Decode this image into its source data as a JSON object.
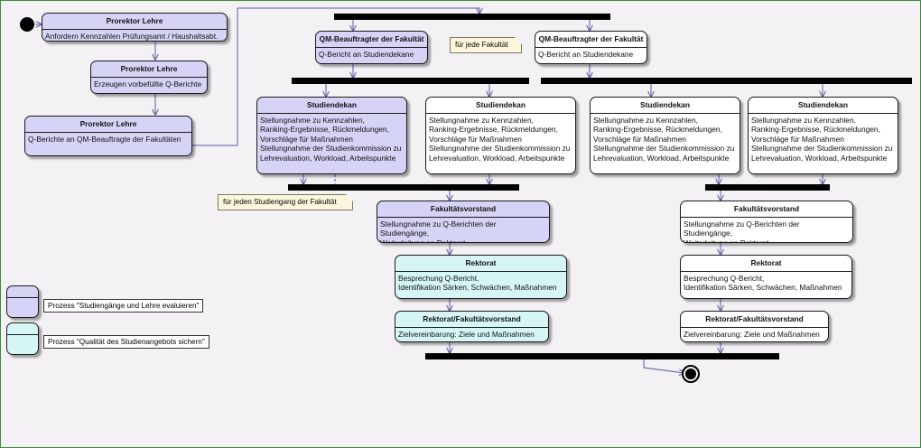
{
  "nodes": {
    "pl1": {
      "title": "Prorektor Lehre",
      "body": "Anfordern Kennzahlen Prüfungsamt / Haushaltsabt."
    },
    "pl2": {
      "title": "Prorektor Lehre",
      "body": "Erzeugen vorbefüllte Q-Berichte"
    },
    "pl3": {
      "title": "Prorektor Lehre",
      "body": "Q-Berichte an QM-Beauftragte der Fakultäten"
    },
    "qm1": {
      "title": "QM-Beauftragter der Fakultät",
      "body": "Q-Bericht an Studiendekane"
    },
    "qm2": {
      "title": "QM-Beauftragter der Fakultät",
      "body": "Q-Bericht an Studiendekane"
    },
    "sd1": {
      "title": "Studiendekan",
      "body": "Stellungnahme zu Kennzahlen,\nRanking-Ergebnisse, Rückmeldungen,\nVorschläge für Maßnahmen\nStellungnahme der Studienkommission zu\nLehrevaluation, Workload, Arbeitspunkte"
    },
    "sd2": {
      "title": "Studiendekan",
      "body": "Stellungnahme zu Kennzahlen,\nRanking-Ergebnisse, Rückmeldungen,\nVorschläge für Maßnahmen\nStellungnahme der Studienkommission zu\nLehrevaluation, Workload, Arbeitspunkte"
    },
    "sd3": {
      "title": "Studiendekan",
      "body": "Stellungnahme zu Kennzahlen,\nRanking-Ergebnisse, Rückmeldungen,\nVorschläge für Maßnahmen\nStellungnahme der Studienkommission zu\nLehrevaluation, Workload, Arbeitspunkte"
    },
    "sd4": {
      "title": "Studiendekan",
      "body": "Stellungnahme zu Kennzahlen,\nRanking-Ergebnisse, Rückmeldungen,\nVorschläge für Maßnahmen\nStellungnahme der Studienkommission zu\nLehrevaluation, Workload, Arbeitspunkte"
    },
    "fv1": {
      "title": "Fakultätsvorstand",
      "body": "Stellungnahme zu Q-Berichten der Studiengänge,\nWeiterleitung an Rektorat"
    },
    "fv2": {
      "title": "Fakultätsvorstand",
      "body": "Stellungnahme zu Q-Berichten der Studiengänge,\nWeiterleitung an Rektorat"
    },
    "rk1": {
      "title": "Rektorat",
      "body": "Besprechung Q-Bericht,\nIdentifikation Särken, Schwächen, Maßnahmen"
    },
    "rk2": {
      "title": "Rektorat",
      "body": "Besprechung Q-Bericht,\nIdentifikation Särken, Schwächen, Maßnahmen"
    },
    "rf1": {
      "title": "Rektorat/Fakultätsvorstand",
      "body": "Zielvereinbarung: Ziele und Maßnahmen"
    },
    "rf2": {
      "title": "Rektorat/Fakultätsvorstand",
      "body": "Zielvereinbarung: Ziele und Maßnahmen"
    }
  },
  "notes": {
    "faculty": "für jede Fakultät",
    "program": "für jeden Studiengang der Fakultät"
  },
  "legend": {
    "evaluate": "Prozess \"Studiengänge und Lehre evaluieren\"",
    "quality": "Prozess \"Qualität des Studienangebots sichern\""
  },
  "colors": {
    "evaluate": "#d5d4f6",
    "quality": "#d6f6f6",
    "plain": "#ffffff"
  }
}
